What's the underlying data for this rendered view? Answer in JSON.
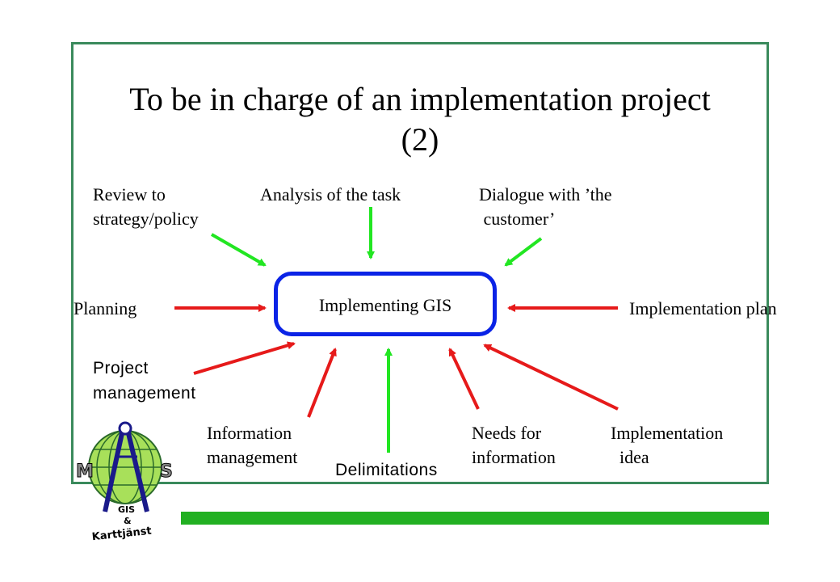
{
  "title": {
    "line1": "To be in charge of an implementation project",
    "line2": "(2)"
  },
  "center": {
    "label": "Implementing GIS"
  },
  "inputs": {
    "review": {
      "line1": "Review to",
      "line2": "strategy/policy"
    },
    "analysis": {
      "line1": "Analysis of the task"
    },
    "dialogue": {
      "line1": "Dialogue with ’the",
      "line2": " customer’"
    },
    "planning": {
      "line1": "Planning"
    },
    "implementation_plan": {
      "line1": "Implementation plan"
    },
    "project_management": {
      "line1": "Project",
      "line2": "management"
    },
    "information_management": {
      "line1": "Information",
      "line2": "management"
    },
    "delimitations": {
      "line1": "Delimitations"
    },
    "needs": {
      "line1": "Needs for",
      "line2": "information"
    },
    "implementation_idea": {
      "line1": "Implementation",
      "line2": "  idea"
    }
  },
  "logo": {
    "letter_left": "M",
    "letter_right": "S",
    "text1": "GIS",
    "text2": "&",
    "text3": "Karttjänst"
  },
  "colors": {
    "frame": "#3a8a5c",
    "center_border": "#0a23e6",
    "arrow_green": "#22e622",
    "arrow_red": "#e61a1a",
    "bar_green": "#22b022",
    "logo_globe": "#a8e05a"
  },
  "arrow_types": {
    "green": [
      "review",
      "analysis",
      "dialogue",
      "delimitations"
    ],
    "red": [
      "planning",
      "implementation_plan",
      "project_management",
      "information_management",
      "needs",
      "implementation_idea"
    ]
  }
}
